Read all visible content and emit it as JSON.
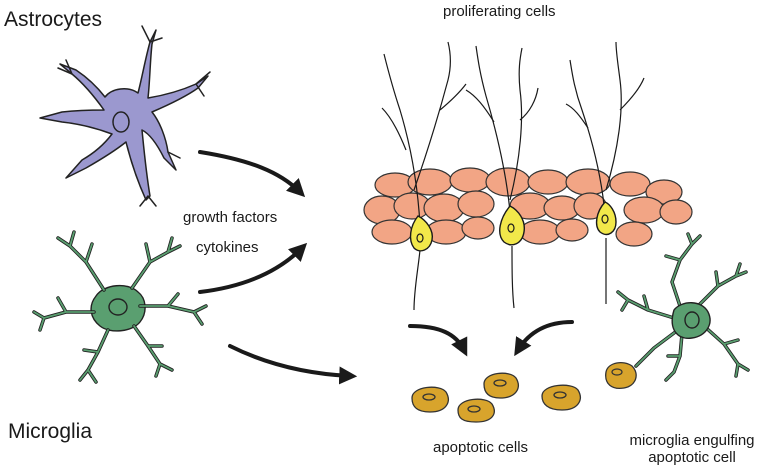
{
  "labels": {
    "astrocytes": "Astrocytes",
    "microglia": "Microglia",
    "proliferating": "proliferating cells",
    "growth_factors": "growth factors",
    "cytokines": "cytokines",
    "apoptotic": "apoptotic cells",
    "engulf_line1": "microglia engulfing",
    "engulf_line2": "apoptotic cell"
  },
  "colors": {
    "astrocyte": "#9b98cf",
    "microglia": "#5a9f70",
    "neuroblast_cluster": "#f2a585",
    "proliferating_cell": "#f2e84a",
    "apoptotic_cell": "#d8a42c",
    "outline": "#222222"
  }
}
